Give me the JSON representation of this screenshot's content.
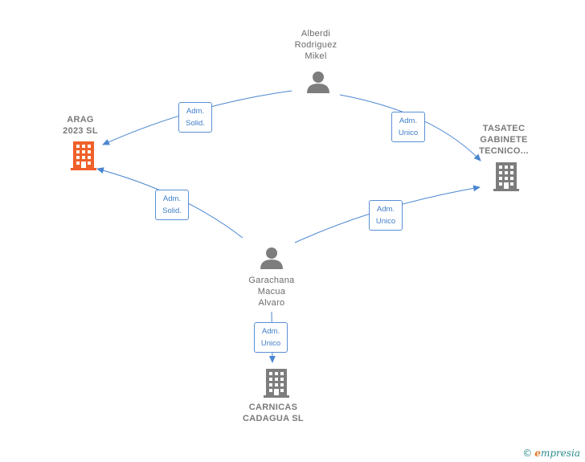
{
  "nodes": {
    "alberdi": {
      "lines": [
        "Alberdi",
        "Rodriguez",
        "Mikel"
      ],
      "kind": "person"
    },
    "garachana": {
      "lines": [
        "Garachana",
        "Macua",
        "Alvaro"
      ],
      "kind": "person"
    },
    "arag": {
      "lines": [
        "ARAG",
        "2023  SL"
      ],
      "kind": "company",
      "highlight": true
    },
    "tasatec": {
      "lines": [
        "TASATEC",
        "GABINETE",
        "TECNICO..."
      ],
      "kind": "company"
    },
    "carnicas": {
      "lines": [
        "CARNICAS",
        "CADAGUA  SL"
      ],
      "kind": "company"
    }
  },
  "edges": [
    {
      "from": "alberdi",
      "to": "arag",
      "label": [
        "Adm.",
        "Solid."
      ]
    },
    {
      "from": "alberdi",
      "to": "tasatec",
      "label": [
        "Adm.",
        "Unico"
      ]
    },
    {
      "from": "garachana",
      "to": "arag",
      "label": [
        "Adm.",
        "Solid."
      ]
    },
    {
      "from": "garachana",
      "to": "tasatec",
      "label": [
        "Adm.",
        "Unico"
      ]
    },
    {
      "from": "garachana",
      "to": "carnicas",
      "label": [
        "Adm.",
        "Unico"
      ]
    }
  ],
  "colors": {
    "edge": "#4a86d0",
    "person_icon": "#7d7d7d",
    "company_icon": "#7d7d7d",
    "company_highlight": "#f0602a"
  },
  "footer": {
    "copyright": "©",
    "brand_initial": "e",
    "brand_rest": "mpresia"
  }
}
